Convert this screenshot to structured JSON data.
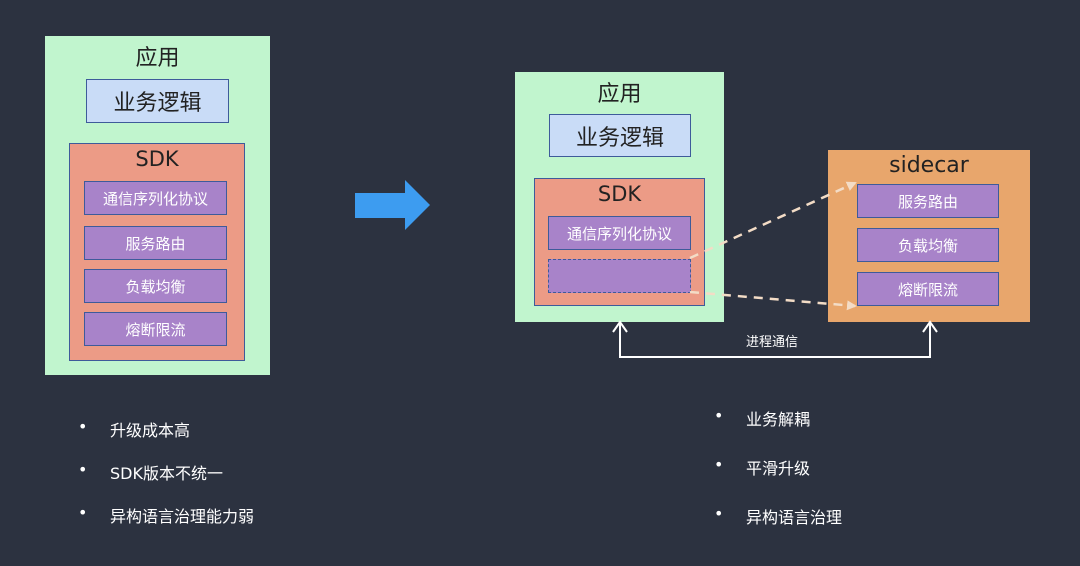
{
  "left": {
    "app_title": "应用",
    "business": "业务逻辑",
    "sdk_title": "SDK",
    "sdk_items": [
      "通信序列化协议",
      "服务路由",
      "负载均衡",
      "熔断限流"
    ],
    "bullets": [
      "升级成本高",
      "SDK版本不统一",
      "异构语言治理能力弱"
    ]
  },
  "right": {
    "app_title": "应用",
    "business": "业务逻辑",
    "sdk_title": "SDK",
    "sdk_items": [
      "通信序列化协议"
    ],
    "sidecar_title": "sidecar",
    "sidecar_items": [
      "服务路由",
      "负载均衡",
      "熔断限流"
    ],
    "ipc_label": "进程通信",
    "bullets": [
      "业务解耦",
      "平滑升级",
      "异构语言治理"
    ]
  },
  "colors": {
    "background": "#2c3240",
    "app": "#c1f5ce",
    "business": "#c9dcf7",
    "sdk": "#ec9b86",
    "item": "#a883c9",
    "sidecar": "#e8a66c",
    "arrow": "#3d9cf0",
    "border": "#3e5b9a"
  }
}
